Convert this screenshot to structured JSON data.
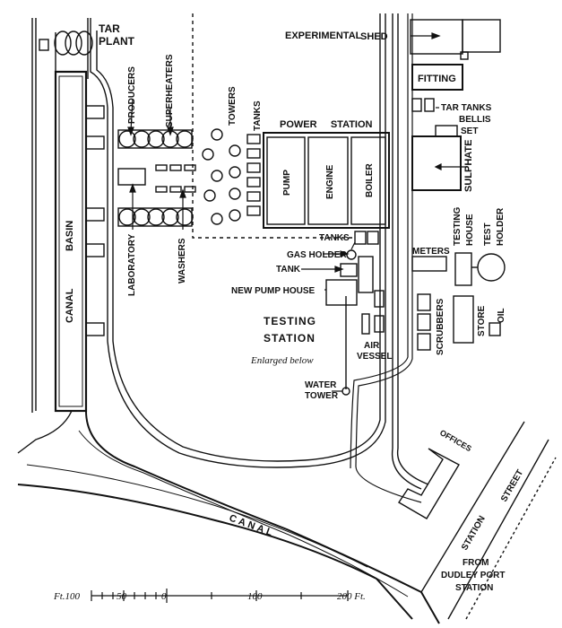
{
  "labels": {
    "tar_plant_1": "TAR",
    "tar_plant_2": "PLANT",
    "experimental": "EXPERIMENTAL",
    "shed": "SHED",
    "fitting": "FITTING",
    "tar_tanks": "TAR TANKS",
    "bellis": "BELLIS",
    "set": "SET",
    "producers": "PRODUCERS",
    "superheaters": "SUPERHEATERS",
    "towers": "TOWERS",
    "tanks_top": "TANKS",
    "power_station": "POWER     STATION",
    "pump": "PUMP",
    "engine": "ENGINE",
    "boiler": "BOILER",
    "sulphate": "SULPHATE",
    "canal_basin_1": "CANAL",
    "canal_basin_2": "BASIN",
    "laboratory": "LABORATORY",
    "washers": "WASHERS",
    "tanks_mid": "TANKS",
    "gas_holder": "GAS HOLDER",
    "tank": "TANK",
    "new_pump_house": "NEW PUMP HOUSE",
    "testing_station_1": "TESTING",
    "testing_station_2": "STATION",
    "enlarged_below": "Enlarged below",
    "air": "AIR",
    "vessel": "VESSEL",
    "water": "WATER",
    "tower": "TOWER",
    "meters": "METERS",
    "testing_house_1": "TESTING",
    "testing_house_2": "HOUSE",
    "test_holder_1": "TEST",
    "test_holder_2": "HOLDER",
    "scrubbers": "SCRUBBERS",
    "store": "STORE",
    "oil": "OIL",
    "offices": "OFFICES",
    "station_street_1": "STREET",
    "station_street_2": "STATION",
    "canal": "CANAL",
    "from": "FROM",
    "dudley_port": "DUDLEY PORT",
    "station": "STATION"
  },
  "scale": {
    "start": "Ft.100",
    "t50": "50",
    "t0": "0",
    "t100": "100",
    "end": "200 Ft."
  }
}
